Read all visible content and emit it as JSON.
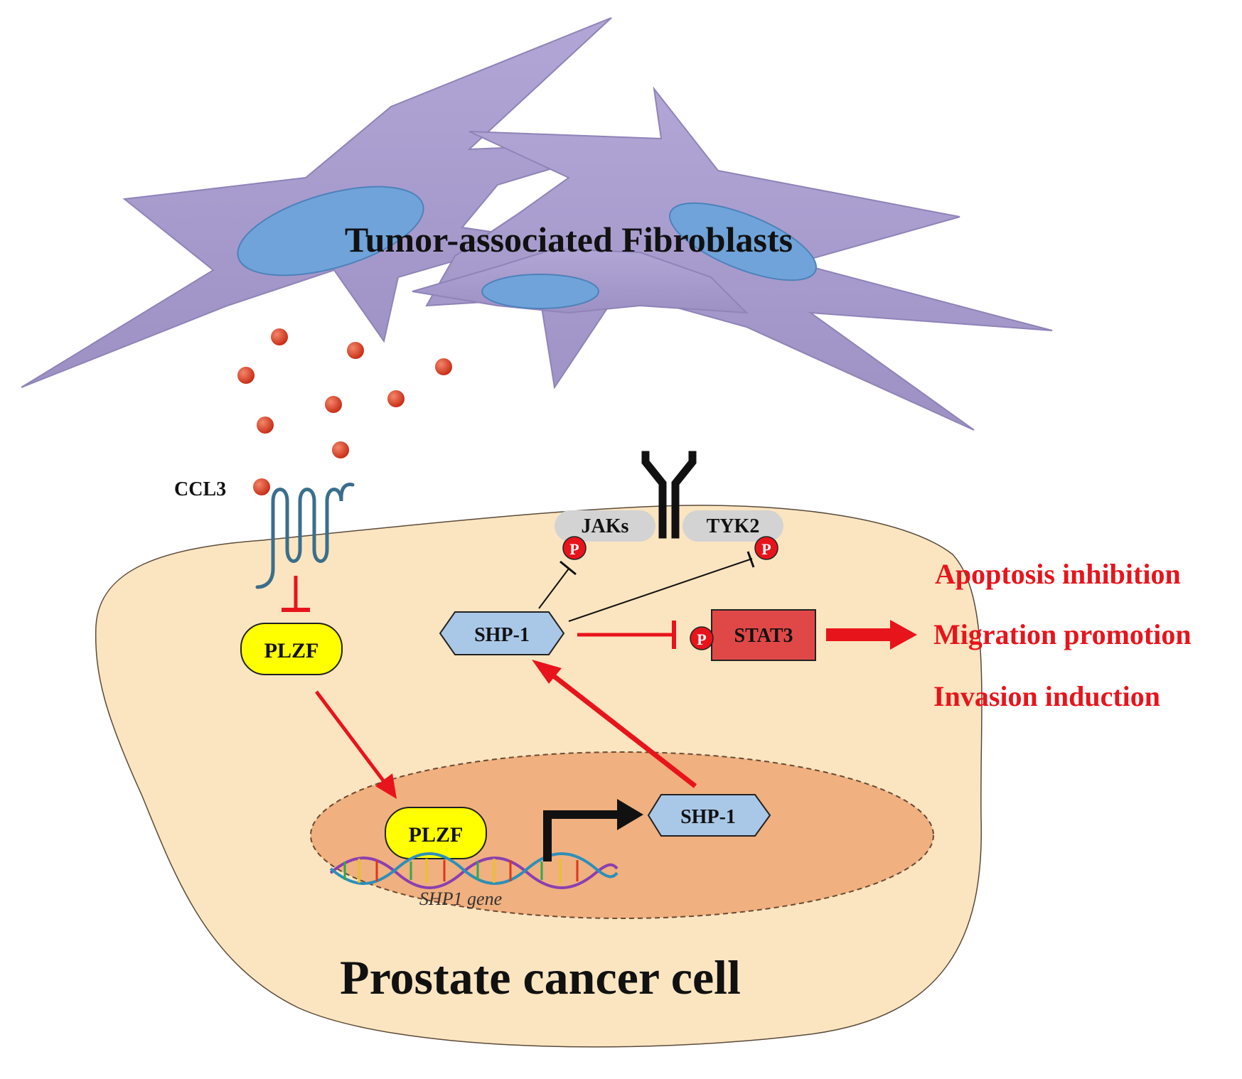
{
  "title": "Tumor-associated Fibroblasts",
  "cell_label": "Prostate cancer cell",
  "ligand_label": "CCL3",
  "receptor_kinases": {
    "left": "JAKs",
    "right": "TYK2"
  },
  "phospho_label": "P",
  "cytoplasm": {
    "plzf": "PLZF",
    "shp1": "SHP-1",
    "stat3": "STAT3"
  },
  "nucleus": {
    "plzf": "PLZF",
    "shp1": "SHP-1",
    "gene": "SHP1 gene"
  },
  "outcomes": [
    "Apoptosis inhibition",
    "Migration promotion",
    "Invasion induction"
  ],
  "colors": {
    "fibroblast": "#a79bcc",
    "fibroblast_nucleus": "#6fa3d9",
    "cell": "#fbe5c0",
    "nucleus": "#f0b07f",
    "ccl3": "#d9381e",
    "plzf": "#ffff00",
    "shp1": "#a9c8e8",
    "stat3": "#e04848",
    "jak": "#d3d3d3",
    "activation": "#e8141b",
    "outcome_text": "#e8141b"
  }
}
